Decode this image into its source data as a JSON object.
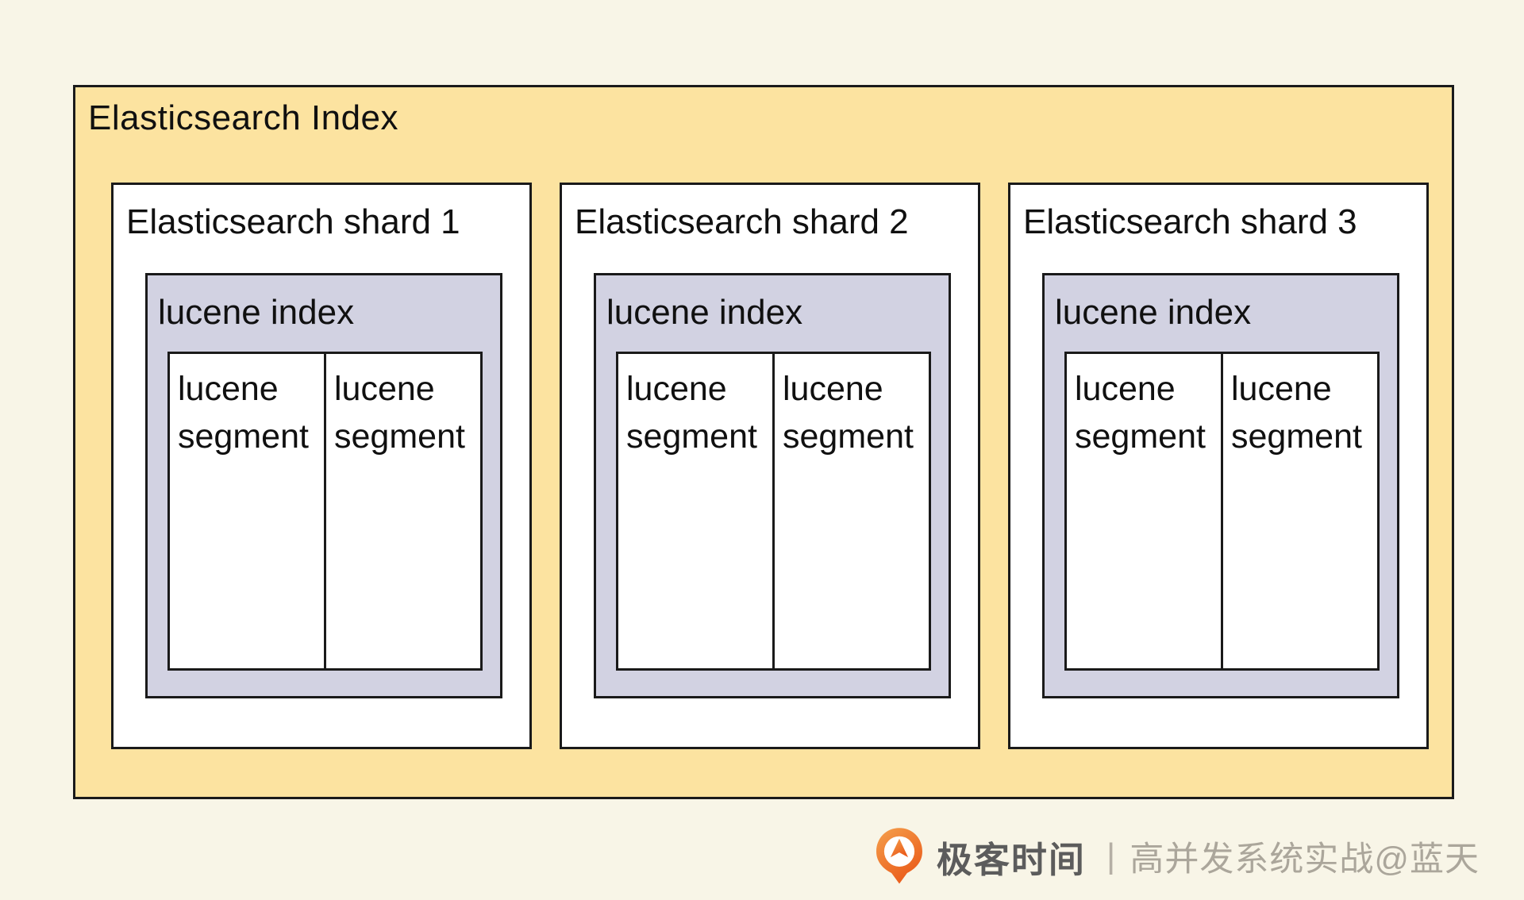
{
  "diagram": {
    "index_title": "Elasticsearch Index",
    "shards": [
      {
        "title": "Elasticsearch shard 1",
        "lucene_index_label": "lucene index",
        "segments": [
          "lucene segment",
          "lucene segment"
        ]
      },
      {
        "title": "Elasticsearch shard 2",
        "lucene_index_label": "lucene index",
        "segments": [
          "lucene segment",
          "lucene segment"
        ]
      },
      {
        "title": "Elasticsearch shard 3",
        "lucene_index_label": "lucene index",
        "segments": [
          "lucene segment",
          "lucene segment"
        ]
      }
    ],
    "colors": {
      "page_background": "#f8f5e7",
      "index_box_fill": "#fce3a0",
      "shard_box_fill": "#ffffff",
      "lucene_index_fill": "#d2d2e2",
      "segment_fill": "#ffffff",
      "border": "#1a1a1a"
    }
  },
  "watermark": {
    "brand": "极客时间",
    "separator": "|",
    "credit": "高并发系统实战@蓝天",
    "logo_icon": "geektime-pin-logo",
    "colors": {
      "logo_orange_light": "#f59d4a",
      "logo_orange_dark": "#ec6a20",
      "brand_text": "#5c5c5c",
      "credit_text": "#aba69b"
    }
  }
}
